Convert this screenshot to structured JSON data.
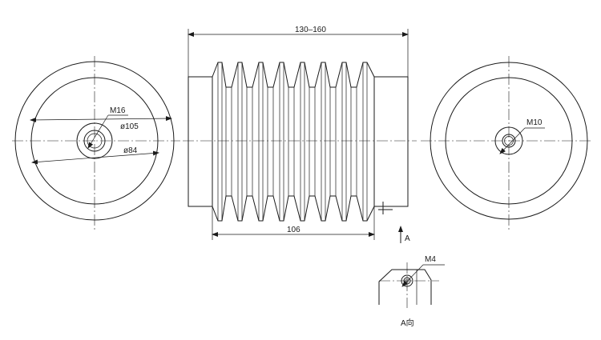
{
  "left_view": {
    "thread_label": "M16",
    "outer_diameter_label": "ø105",
    "inner_diameter_label": "ø84"
  },
  "front_view": {
    "overall_length_label": "130–160",
    "bellows_length_label": "106",
    "view_marker": "A"
  },
  "right_view": {
    "thread_label": "M10"
  },
  "detail_view": {
    "thread_label": "M4",
    "caption": "A向"
  }
}
